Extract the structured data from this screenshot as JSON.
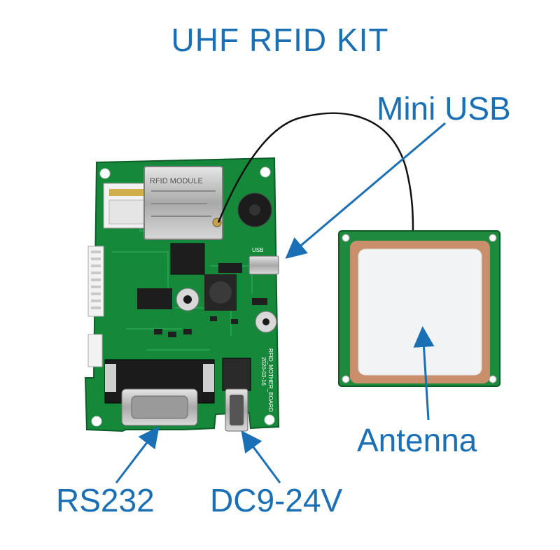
{
  "title": "UHF RFID KIT",
  "labels": {
    "mini_usb": "Mini USB",
    "antenna": "Antenna",
    "rs232": "RS232",
    "dc_power": "DC9-24V"
  },
  "pcb_silkscreen": {
    "board_name": "RFID_MOTHER_BOARD",
    "board_date": "2020-03-16",
    "module_text": "RFID MODULE",
    "usb_text": "USB"
  },
  "colors": {
    "text_blue": "#1a6fb5",
    "pcb_green": "#15883a",
    "antenna_white": "#f2f3f5",
    "antenna_copper": "#c98f6a"
  }
}
